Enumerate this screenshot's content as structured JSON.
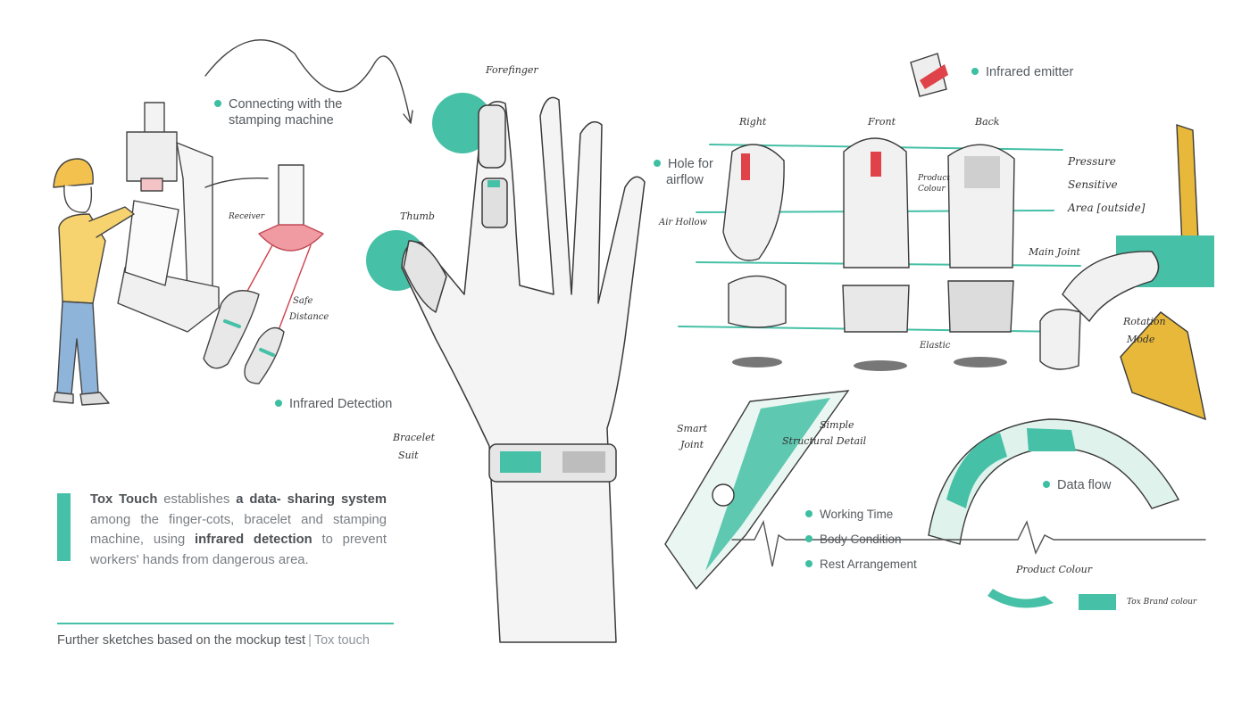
{
  "annotations": {
    "connecting": "Connecting with the stamping machine",
    "connecting_line1": "Connecting with the",
    "connecting_line2": "stamping machine",
    "infrared_detection": "Infrared Detection",
    "hole_line1": "Hole for",
    "hole_line2": "airflow",
    "infrared_emitter": "Infrared emitter",
    "data_flow": "Data flow",
    "working_time": "Working Time",
    "body_condition": "Body Condition",
    "rest_arrangement": "Rest Arrangement"
  },
  "handwritten": {
    "forefinger": "Forefinger",
    "thumb": "Thumb",
    "receiver": "Receiver",
    "safe": "Safe",
    "distance": "Distance",
    "bracelet": "Bracelet",
    "suit": "Suit",
    "right": "Right",
    "front": "Front",
    "back": "Back",
    "air_hollow": "Air Hollow",
    "product_colour": "Product Colour",
    "pressure": "Pressure",
    "sensitive": "Sensitive",
    "area_outside": "Area [outside]",
    "main_joint": "Main Joint",
    "rotation": "Rotation",
    "mode": "Mode",
    "elastic": "Elastic",
    "smart": "Smart",
    "joint": "Joint",
    "simple": "Simple",
    "structural_detail": "Structural Detail",
    "product_colour_2": "Product Colour",
    "tox_brand_colour": "Tox Brand colour"
  },
  "description": {
    "brand": "Tox Touch",
    "t1": " establishes ",
    "highlight1": "a data- sharing system",
    "t2": " among the finger-cots, bracelet and stamping machine, using ",
    "highlight2": "infrared detection",
    "t3": " to prevent workers' hands from dangerous area."
  },
  "caption": {
    "text": "Further sketches based on the mockup test",
    "separator": "|",
    "project": "Tox touch"
  },
  "colors": {
    "accent": "#46c0a6",
    "worker_yellow": "#f2c14e",
    "jeans": "#8fb4d9",
    "emitter_red": "#e0424a",
    "arrow_yellow": "#e8b83a"
  }
}
